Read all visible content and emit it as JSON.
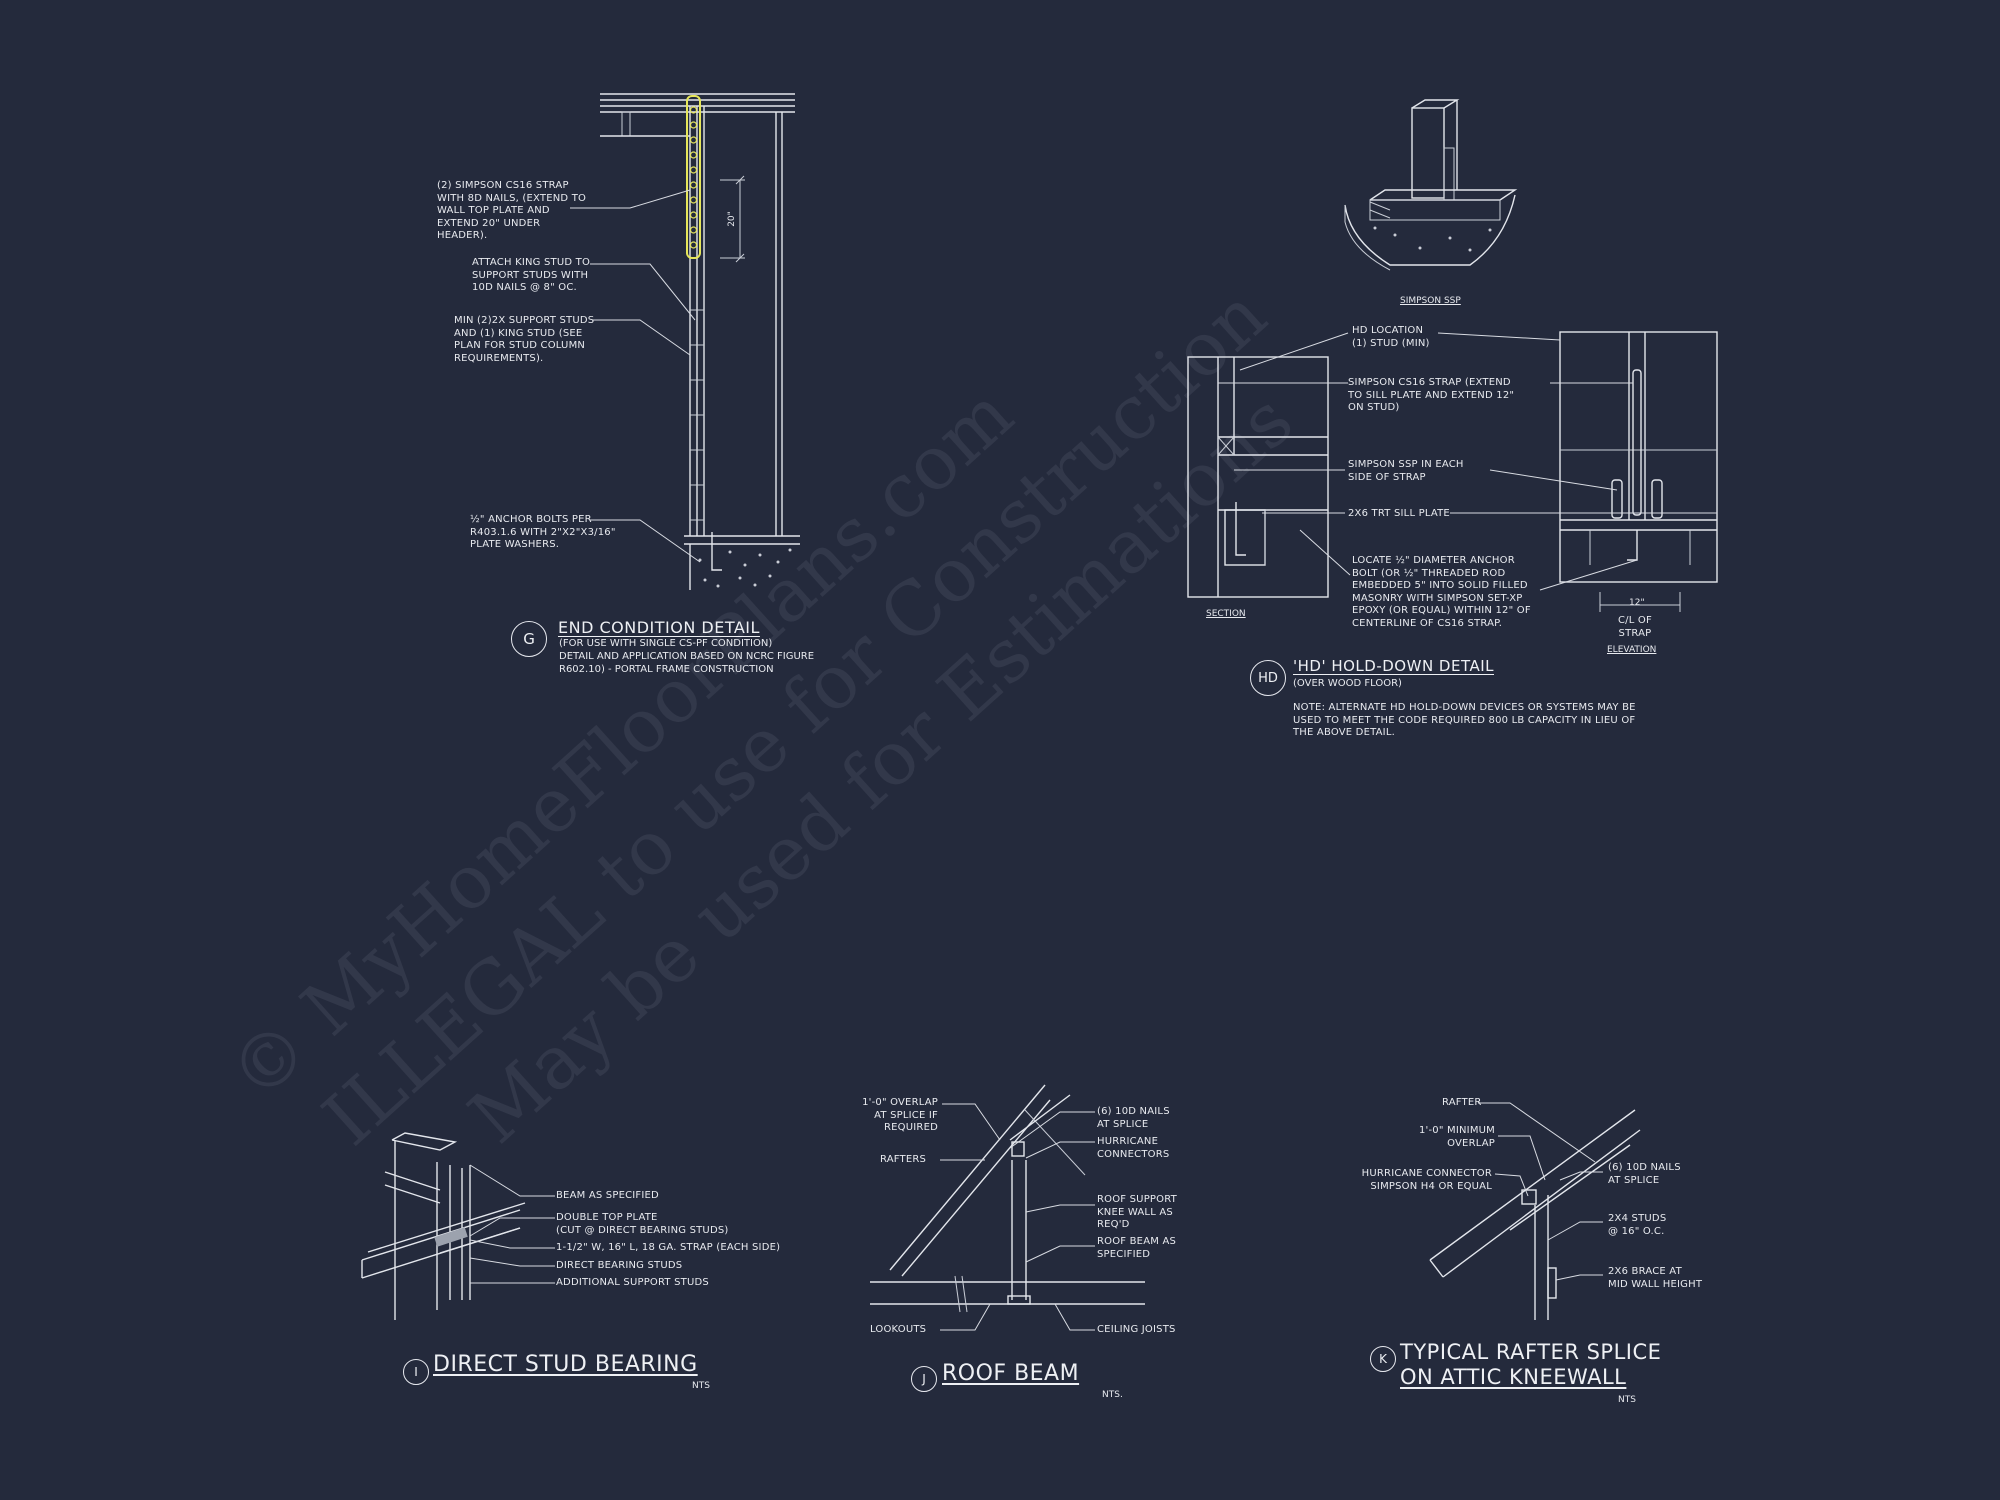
{
  "watermark": {
    "line1": "© MyHomeFloorPlans.com",
    "line2": "ILLEGAL to use for Construction",
    "line3": "May be used for Estimations"
  },
  "detail_g": {
    "tag": "G",
    "title": "END CONDITION DETAIL",
    "subtitle": "(FOR USE WITH SINGLE CS-PF CONDITION)\nDETAIL AND APPLICATION BASED ON NCRC FIGURE\nR602.10) - PORTAL FRAME CONSTRUCTION",
    "dim": "20\"",
    "notes": [
      "(2) SIMPSON CS16 STRAP\nWITH 8d NAILS, (EXTEND TO\nWALL TOP PLATE AND\nEXTEND 20\" UNDER\nHEADER).",
      "ATTACH KING STUD TO\nSUPPORT STUDS WITH\n10d NAILS @ 8\" OC.",
      "MIN (2)2X SUPPORT STUDS\nAND (1) KING STUD (SEE\nPLAN FOR STUD COLUMN\nREQUIREMENTS).",
      "½\" ANCHOR BOLTS PER\nR403.1.6 WITH 2\"x2\"x3/16\"\nPLATE WASHERS."
    ]
  },
  "detail_hd": {
    "tag": "HD",
    "title": "'HD' HOLD-DOWN DETAIL",
    "subtitle": "(OVER WOOD FLOOR)",
    "note": "NOTE: ALTERNATE HD HOLD-DOWN DEVICES OR SYSTEMS MAY BE\nUSED TO MEET THE CODE REQUIRED 800 LB CAPACITY IN LIEU OF\nTHE ABOVE DETAIL.",
    "ssp_label": "SIMPSON SSP",
    "section_label": "SECTION",
    "elevation_label": "ELEVATION",
    "dim": "12\"",
    "cl_label": "C/L OF\nSTRAP",
    "notes": [
      "HD LOCATION\n(1) STUD (MIN)",
      "SIMPSON CS16 STRAP (EXTEND\nTO SILL PLATE AND EXTEND 12\"\nON STUD)",
      "SIMPSON SSP IN EACH\nSIDE OF STRAP",
      "2x6 TRT SILL PLATE",
      "LOCATE ½\" DIAMETER ANCHOR\nBOLT (OR ½\" THREADED ROD\nEMBEDDED 5\" INTO SOLID FILLED\nMASONRY WITH SIMPSON SET-XP\nEPOXY (OR EQUAL) WITHIN 12\" OF\nCENTERLINE OF CS16 STRAP."
    ]
  },
  "detail_i": {
    "tag": "I",
    "title": "DIRECT STUD BEARING",
    "nts": "NTS",
    "notes": [
      "BEAM AS SPECIFIED",
      "DOUBLE TOP PLATE\n(CUT @ DIRECT BEARING STUDS)",
      "1-1/2\" W, 16\" L, 18 GA. STRAP (EACH SIDE)",
      "DIRECT BEARING STUDS",
      "ADDITIONAL SUPPORT STUDS"
    ]
  },
  "detail_j": {
    "tag": "J",
    "title": "ROOF BEAM",
    "nts": "NTS.",
    "notes_left": [
      "1'-0\" OVERLAP\nAT SPLICE IF\nREQUIRED",
      "RAFTERS",
      "LOOKOUTS"
    ],
    "notes_right": [
      "(6) 10d NAILS\nAT SPLICE",
      "HURRICANE\nCONNECTORS",
      "ROOF SUPPORT\nKNEE WALL AS\nREQ'D",
      "ROOF BEAM AS\nSPECIFIED",
      "CEILING JOISTS"
    ]
  },
  "detail_k": {
    "tag": "K",
    "title_line1": "TYPICAL RAFTER SPLICE",
    "title_line2": "ON ATTIC KNEEWALL",
    "nts": "NTS",
    "notes_left": [
      "RAFTER",
      "1'-0\" MINIMUM\nOVERLAP",
      "HURRICANE CONNECTOR\nSIMPSON H4 OR EQUAL"
    ],
    "notes_right": [
      "(6) 10d NAILS\nAT SPLICE",
      "2x4 STUDS\n@ 16\" O.C.",
      "2x6 BRACE AT\nMID WALL HEIGHT"
    ]
  }
}
